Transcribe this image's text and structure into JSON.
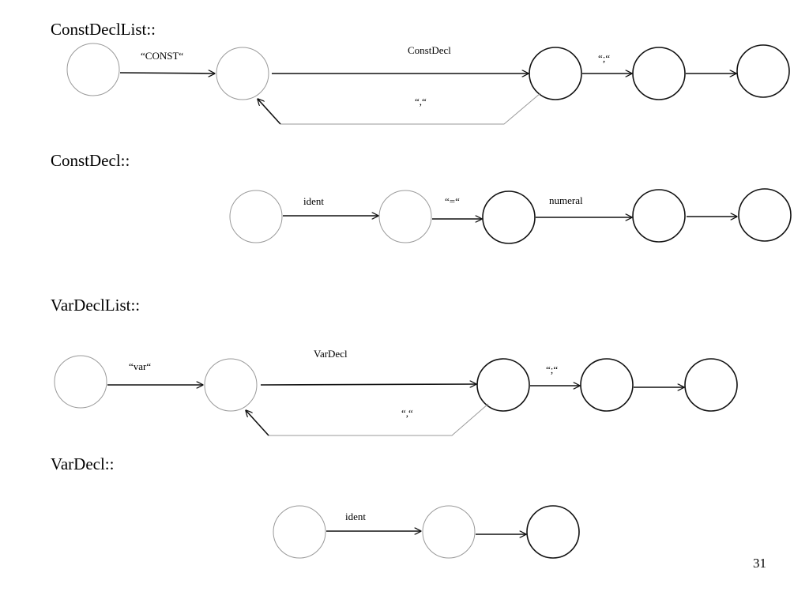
{
  "sections": {
    "constdecllist": {
      "title": "ConstDeclList::",
      "labels": {
        "const": "“CONST“",
        "constdecl": "ConstDecl",
        "comma_loop": "“,“",
        "semicolon": "“;“"
      }
    },
    "constdecl": {
      "title": "ConstDecl::",
      "labels": {
        "ident": "ident",
        "equals": "“=“",
        "numeral": "numeral"
      }
    },
    "vardecllist": {
      "title": "VarDeclList::",
      "labels": {
        "var": "“var“",
        "vardecl": "VarDecl",
        "comma_loop": "“,“",
        "semicolon": "“;“"
      }
    },
    "vardecl": {
      "title": "VarDecl::",
      "labels": {
        "ident": "ident"
      }
    }
  },
  "page_number": "31"
}
